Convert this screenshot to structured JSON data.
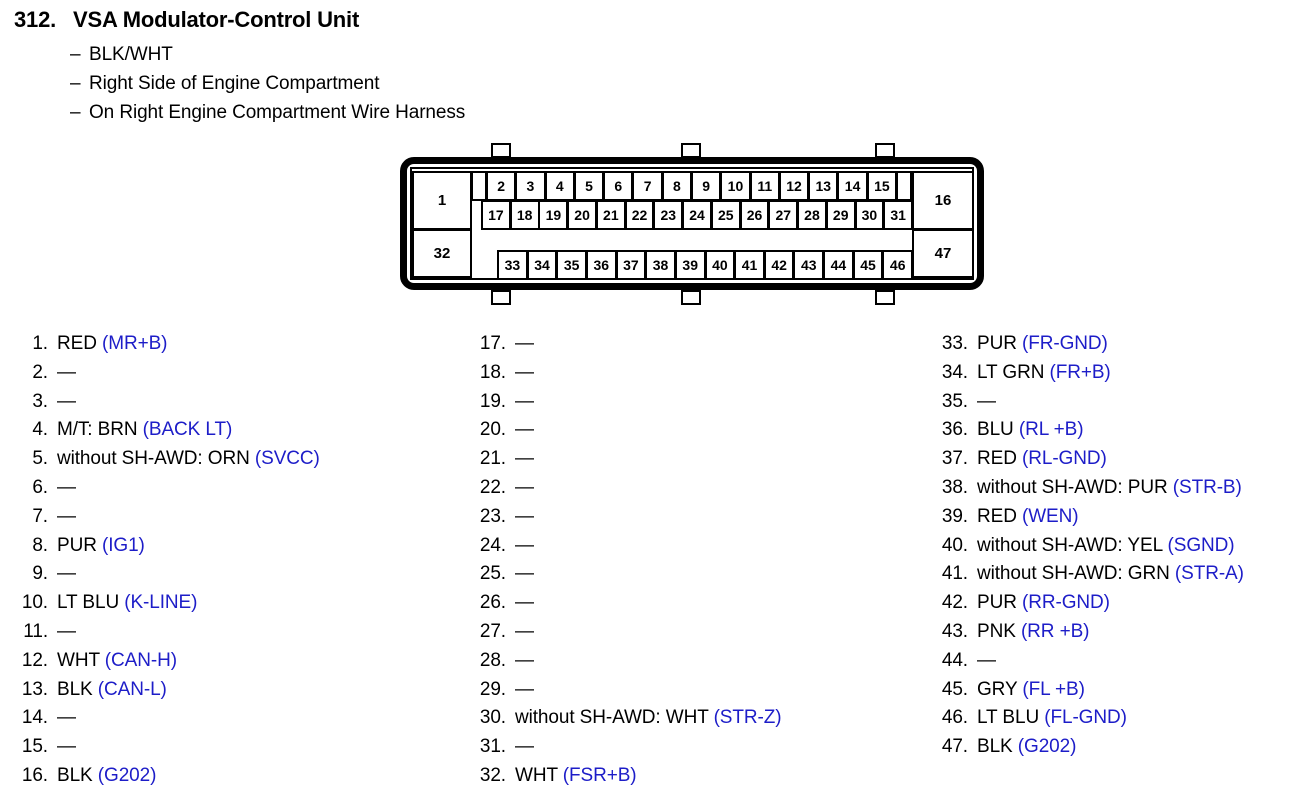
{
  "header": {
    "number": "312.",
    "title": "VSA Modulator-Control Unit",
    "dash": "–",
    "sub_lines": [
      "BLK/WHT",
      "Right Side of Engine Compartment",
      "On Right Engine Compartment Wire Harness"
    ]
  },
  "connector": {
    "row1": [
      "2",
      "3",
      "4",
      "5",
      "6",
      "7",
      "8",
      "9",
      "10",
      "11",
      "12",
      "13",
      "14",
      "15"
    ],
    "row2": [
      "17",
      "18",
      "19",
      "20",
      "21",
      "22",
      "23",
      "24",
      "25",
      "26",
      "27",
      "28",
      "29",
      "30",
      "31"
    ],
    "row3": [
      "33",
      "34",
      "35",
      "36",
      "37",
      "38",
      "39",
      "40",
      "41",
      "42",
      "43",
      "44",
      "45",
      "46"
    ],
    "left_top": "1",
    "left_bottom": "32",
    "right_top": "16",
    "right_bottom": "47"
  },
  "pins": {
    "empty": "—",
    "columns": [
      [
        {
          "num": "1.",
          "text": "RED ",
          "sig": "(MR+B)"
        },
        {
          "num": "2.",
          "text": "—",
          "sig": ""
        },
        {
          "num": "3.",
          "text": "—",
          "sig": ""
        },
        {
          "num": "4.",
          "text": "M/T: BRN ",
          "sig": "(BACK LT)"
        },
        {
          "num": "5.",
          "text": "without SH-AWD: ORN ",
          "sig": "(SVCC)"
        },
        {
          "num": "6.",
          "text": "—",
          "sig": ""
        },
        {
          "num": "7.",
          "text": "—",
          "sig": ""
        },
        {
          "num": "8.",
          "text": "PUR ",
          "sig": "(IG1)"
        },
        {
          "num": "9.",
          "text": "—",
          "sig": ""
        },
        {
          "num": "10.",
          "text": "LT BLU ",
          "sig": "(K-LINE)"
        },
        {
          "num": "11.",
          "text": "—",
          "sig": ""
        },
        {
          "num": "12.",
          "text": "WHT ",
          "sig": "(CAN-H)"
        },
        {
          "num": "13.",
          "text": "BLK ",
          "sig": "(CAN-L)"
        },
        {
          "num": "14.",
          "text": "—",
          "sig": ""
        },
        {
          "num": "15.",
          "text": "—",
          "sig": ""
        },
        {
          "num": "16.",
          "text": "BLK ",
          "sig": "(G202)"
        }
      ],
      [
        {
          "num": "17.",
          "text": "—",
          "sig": ""
        },
        {
          "num": "18.",
          "text": "—",
          "sig": ""
        },
        {
          "num": "19.",
          "text": "—",
          "sig": ""
        },
        {
          "num": "20.",
          "text": "—",
          "sig": ""
        },
        {
          "num": "21.",
          "text": "—",
          "sig": ""
        },
        {
          "num": "22.",
          "text": "—",
          "sig": ""
        },
        {
          "num": "23.",
          "text": "—",
          "sig": ""
        },
        {
          "num": "24.",
          "text": "—",
          "sig": ""
        },
        {
          "num": "25.",
          "text": "—",
          "sig": ""
        },
        {
          "num": "26.",
          "text": "—",
          "sig": ""
        },
        {
          "num": "27.",
          "text": "—",
          "sig": ""
        },
        {
          "num": "28.",
          "text": "—",
          "sig": ""
        },
        {
          "num": "29.",
          "text": "—",
          "sig": ""
        },
        {
          "num": "30.",
          "text": "without SH-AWD: WHT ",
          "sig": "(STR-Z)"
        },
        {
          "num": "31.",
          "text": "—",
          "sig": ""
        },
        {
          "num": "32.",
          "text": "WHT ",
          "sig": "(FSR+B)"
        }
      ],
      [
        {
          "num": "33.",
          "text": "PUR ",
          "sig": "(FR-GND)"
        },
        {
          "num": "34.",
          "text": "LT GRN ",
          "sig": "(FR+B)"
        },
        {
          "num": "35.",
          "text": "—",
          "sig": ""
        },
        {
          "num": "36.",
          "text": "BLU ",
          "sig": "(RL +B)"
        },
        {
          "num": "37.",
          "text": "RED ",
          "sig": "(RL-GND)"
        },
        {
          "num": "38.",
          "text": "without SH-AWD: PUR ",
          "sig": "(STR-B)"
        },
        {
          "num": "39.",
          "text": "RED ",
          "sig": "(WEN)"
        },
        {
          "num": "40.",
          "text": "without SH-AWD: YEL ",
          "sig": "(SGND)"
        },
        {
          "num": "41.",
          "text": "without SH-AWD: GRN ",
          "sig": "(STR-A)"
        },
        {
          "num": "42.",
          "text": "PUR ",
          "sig": "(RR-GND)"
        },
        {
          "num": "43.",
          "text": "PNK ",
          "sig": "(RR +B)"
        },
        {
          "num": "44.",
          "text": "—",
          "sig": ""
        },
        {
          "num": "45.",
          "text": "GRY ",
          "sig": "(FL +B)"
        },
        {
          "num": "46.",
          "text": "LT BLU ",
          "sig": "(FL-GND)"
        },
        {
          "num": "47.",
          "text": "BLK ",
          "sig": "(G202)"
        }
      ]
    ]
  },
  "colors": {
    "signal": "#1d1dc8",
    "text": "#000000",
    "background": "#ffffff"
  }
}
